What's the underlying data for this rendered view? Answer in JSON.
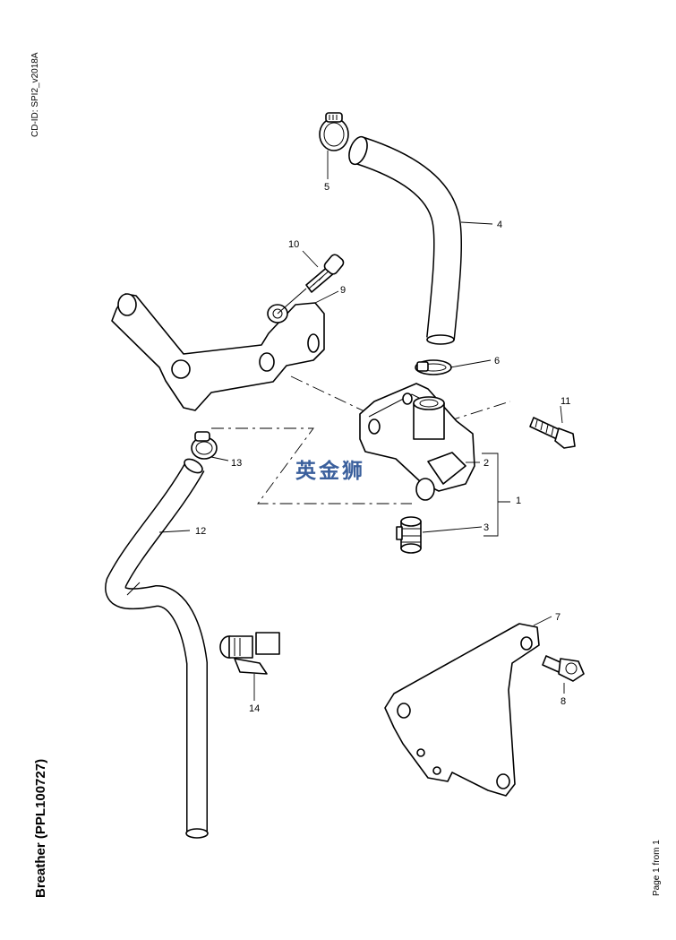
{
  "header": {
    "cd_id": "CD-ID: SPI2_v2018A"
  },
  "footer": {
    "title": "Breather (PPL100727)",
    "page": "Page 1 from 1"
  },
  "watermark": {
    "text": "英金狮",
    "color": "#3a5f9c"
  },
  "callouts": {
    "c1": "1",
    "c2": "2",
    "c3": "3",
    "c4": "4",
    "c5": "5",
    "c6": "6",
    "c7": "7",
    "c8": "8",
    "c9": "9",
    "c10": "10",
    "c11": "11",
    "c12": "12",
    "c13": "13",
    "c14": "14"
  }
}
